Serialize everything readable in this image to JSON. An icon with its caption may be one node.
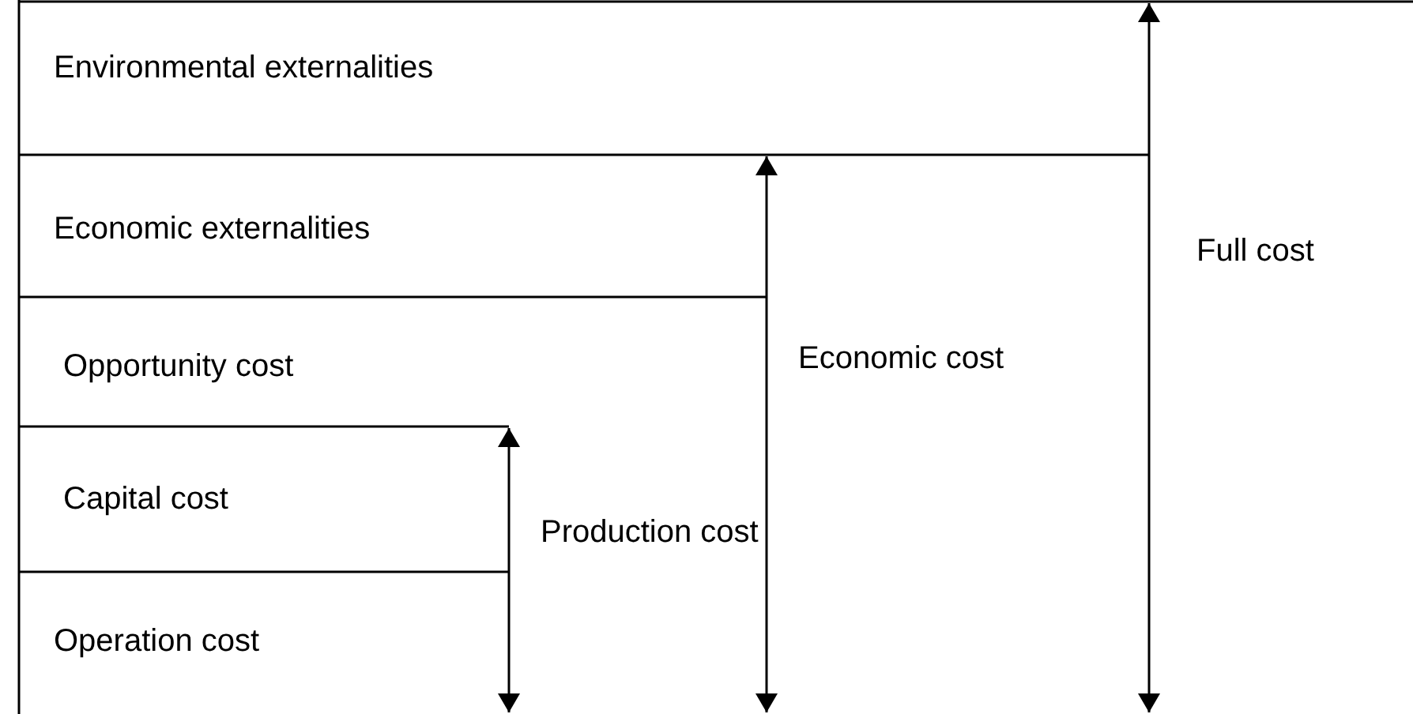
{
  "diagram": {
    "nodes": [
      {
        "text": [
          "Environmental externalities"
        ]
      },
      {
        "text": [
          "Economic externalities"
        ]
      },
      {
        "text": [
          "Opportunity cost"
        ]
      },
      {
        "text": [
          "Capital cost"
        ]
      },
      {
        "text": [
          "Operation cost"
        ]
      }
    ],
    "labels": [
      "Production cost",
      "Economic cost",
      "Full cost"
    ]
  }
}
